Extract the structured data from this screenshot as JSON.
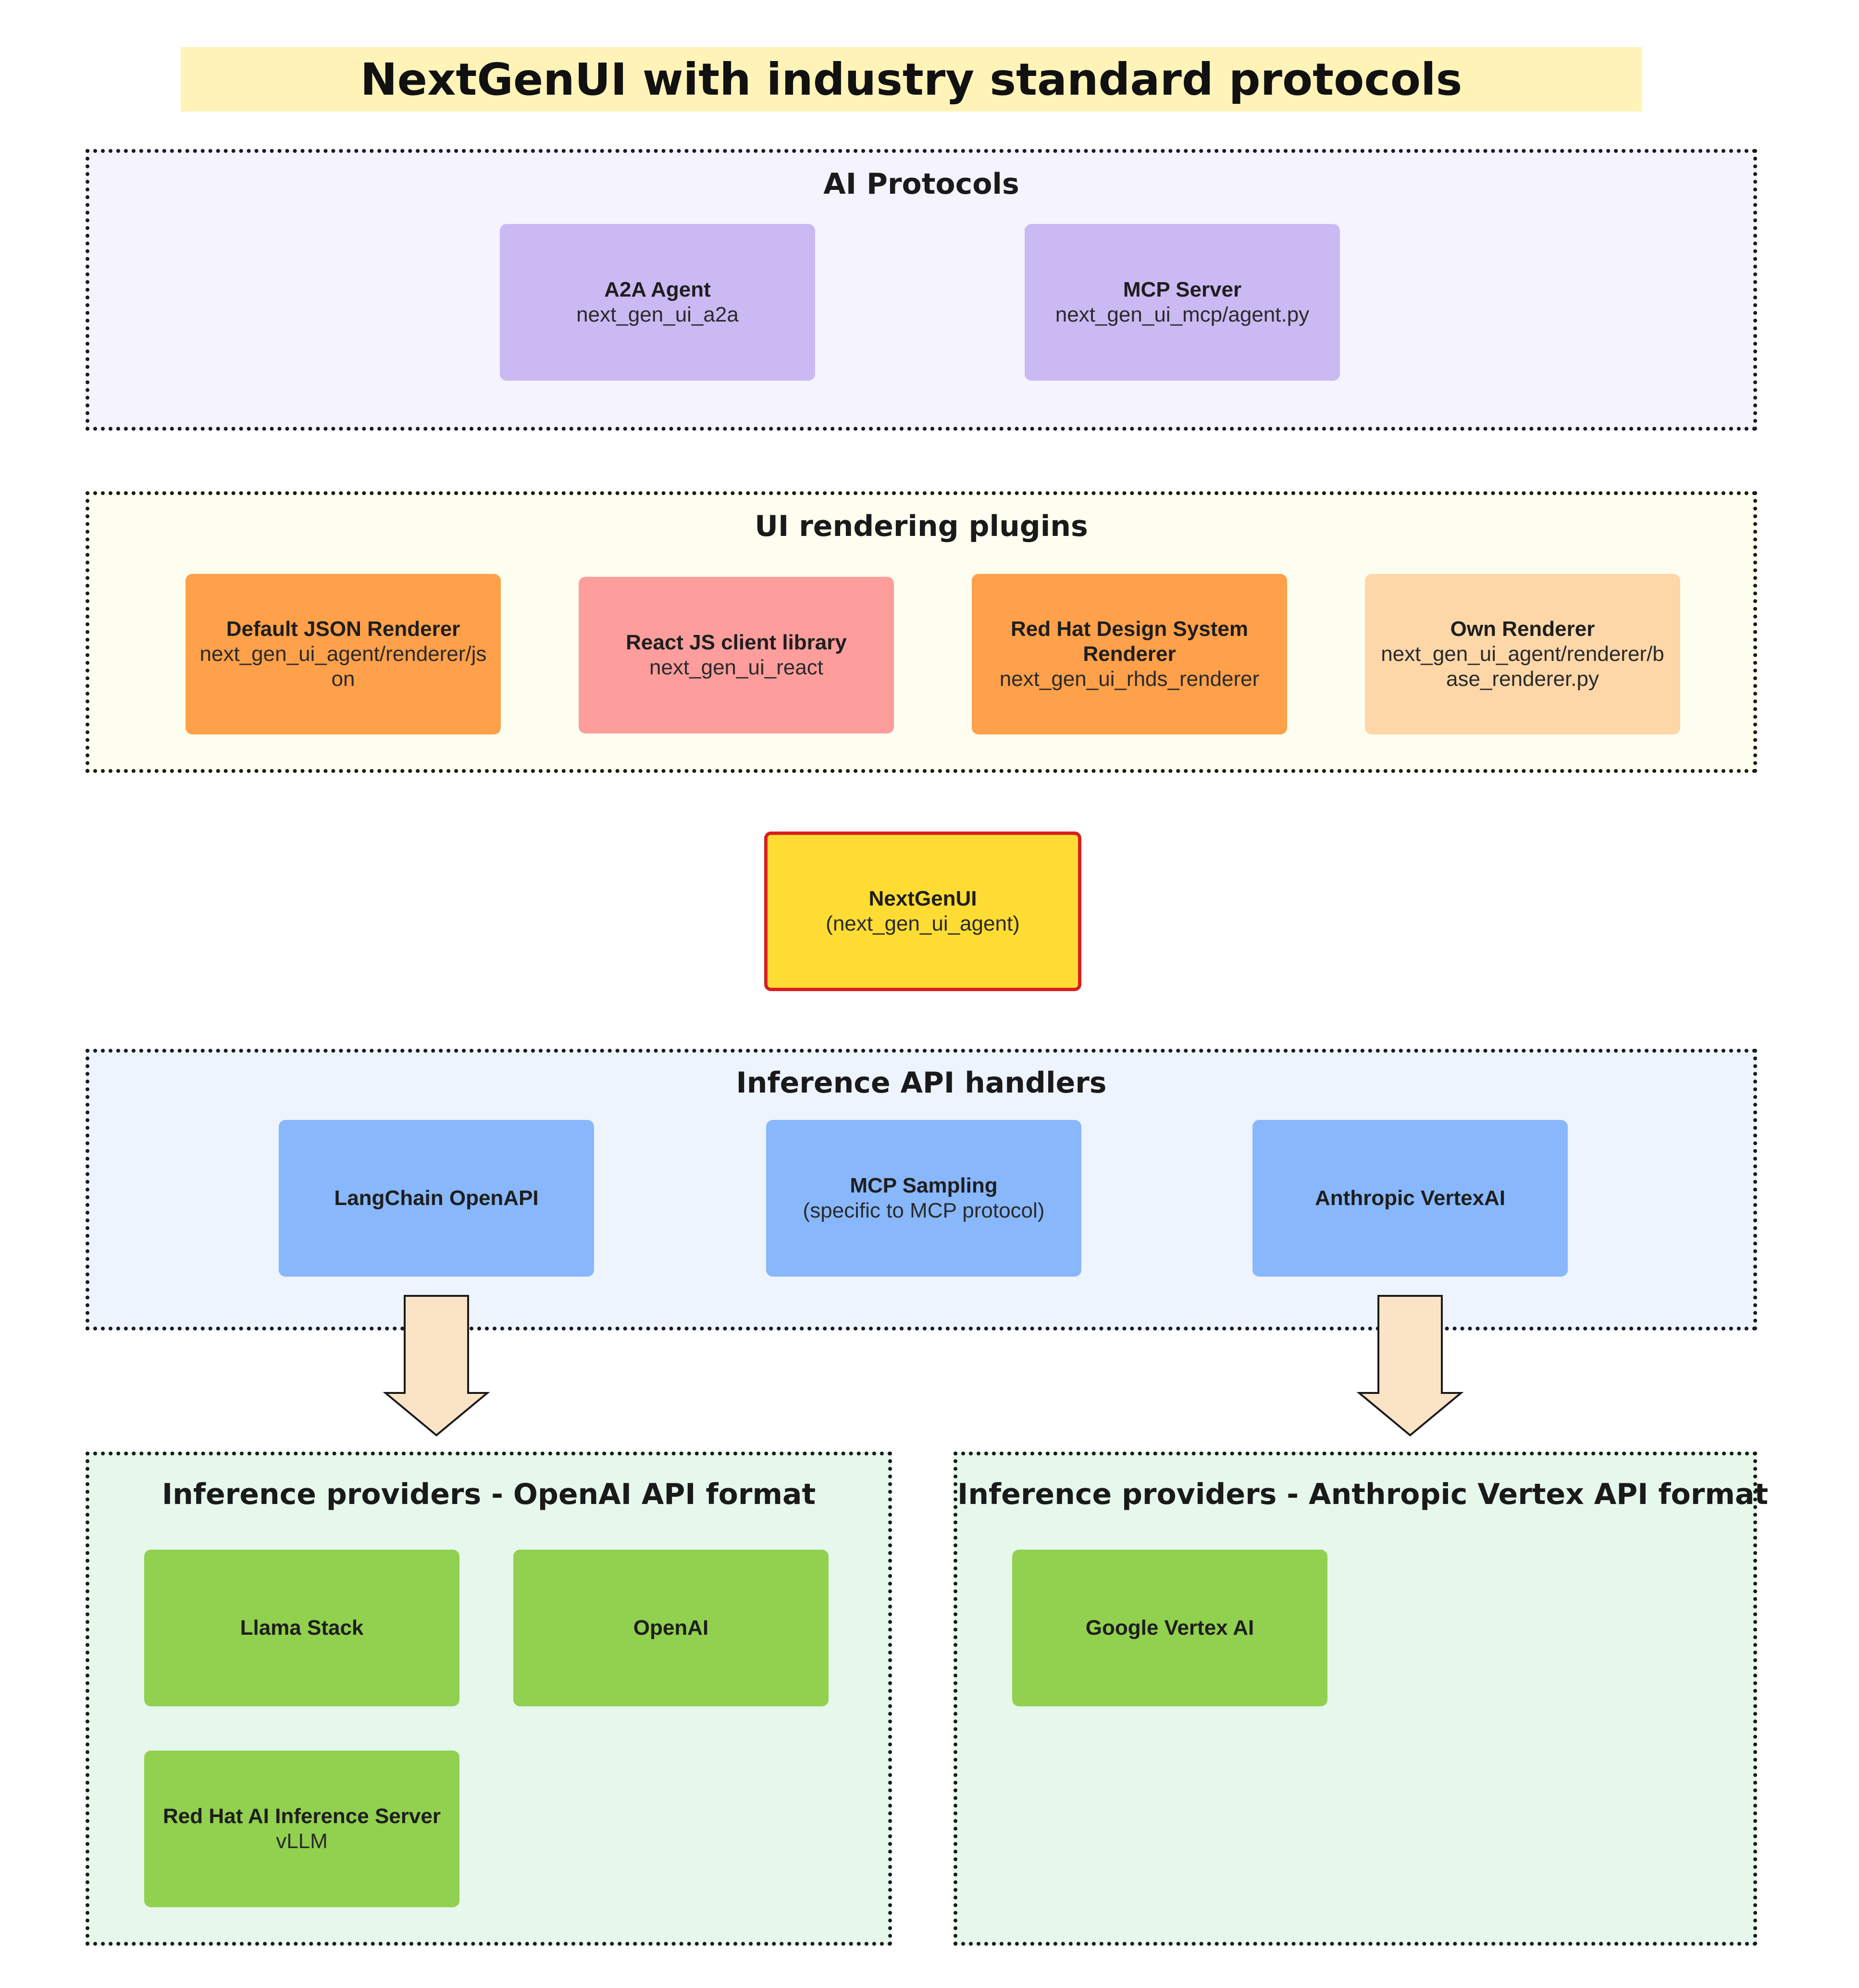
{
  "title": "NextGenUI with industry standard protocols",
  "groups": {
    "ai_protocols": {
      "title": "AI Protocols",
      "items": [
        {
          "title": "A2A Agent",
          "subtitle": "next_gen_ui_a2a"
        },
        {
          "title": "MCP Server",
          "subtitle": "next_gen_ui_mcp/agent.py"
        }
      ]
    },
    "ui_rendering": {
      "title": "UI rendering plugins",
      "items": [
        {
          "title": "Default JSON Renderer",
          "subtitle": "next_gen_ui_agent/renderer/json"
        },
        {
          "title": "React JS client library",
          "subtitle": "next_gen_ui_react"
        },
        {
          "title": "Red Hat Design System Renderer",
          "subtitle": "next_gen_ui_rhds_renderer"
        },
        {
          "title": "Own Renderer",
          "subtitle": "next_gen_ui_agent/renderer/base_renderer.py"
        }
      ]
    },
    "core": {
      "title": "NextGenUI",
      "subtitle": "(next_gen_ui_agent)"
    },
    "inference_handlers": {
      "title": "Inference API handlers",
      "items": [
        {
          "title": "LangChain OpenAPI",
          "subtitle": ""
        },
        {
          "title": "MCP Sampling",
          "subtitle": "(specific to MCP protocol)"
        },
        {
          "title": "Anthropic VertexAI",
          "subtitle": ""
        }
      ]
    },
    "providers_openai": {
      "title": "Inference providers - OpenAI API format",
      "items": [
        {
          "title": "Llama Stack",
          "subtitle": ""
        },
        {
          "title": "OpenAI",
          "subtitle": ""
        },
        {
          "title": "Red Hat AI Inference Server",
          "subtitle": "vLLM"
        }
      ]
    },
    "providers_anthropic": {
      "title": "Inference providers - Anthropic Vertex API format",
      "items": [
        {
          "title": "Google Vertex AI",
          "subtitle": ""
        }
      ]
    }
  },
  "colors": {
    "title_bg": "#fff3b8",
    "protocols_bg": "#f4f3fe",
    "rendering_bg": "#fdfeef",
    "handlers_bg": "#edf4fe",
    "providers_bg": "#e5f8eb",
    "arrow_fill": "#fbe4c6",
    "core_border": "#d81f1f"
  }
}
